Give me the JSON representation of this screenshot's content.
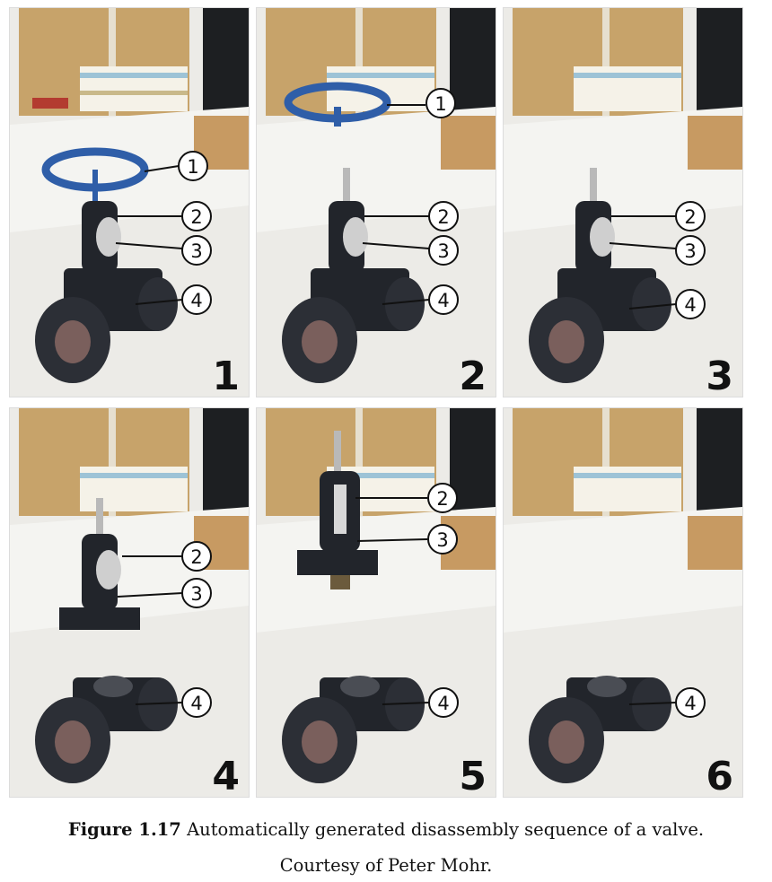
{
  "figure": {
    "label": "Figure 1.17",
    "caption": " Automatically generated disassembly sequence of a valve.",
    "credit": "Courtesy of Peter Mohr."
  },
  "panels": [
    {
      "step": "1",
      "callouts": [
        "1",
        "2",
        "3",
        "4"
      ]
    },
    {
      "step": "2",
      "callouts": [
        "1",
        "2",
        "3",
        "4"
      ]
    },
    {
      "step": "3",
      "callouts": [
        "2",
        "3",
        "4"
      ]
    },
    {
      "step": "4",
      "callouts": [
        "2",
        "3",
        "4"
      ]
    },
    {
      "step": "5",
      "callouts": [
        "2",
        "3",
        "4"
      ]
    },
    {
      "step": "6",
      "callouts": [
        "4"
      ]
    }
  ],
  "colors": {
    "handwheel": "#2f5ea8",
    "valve_body": "#22252b",
    "flange_face": "#7a5f5c",
    "desk": "#f1f1ee",
    "wall_wood": "#c7a36a",
    "monitor": "#1d1f22",
    "box": "#c79a62"
  }
}
